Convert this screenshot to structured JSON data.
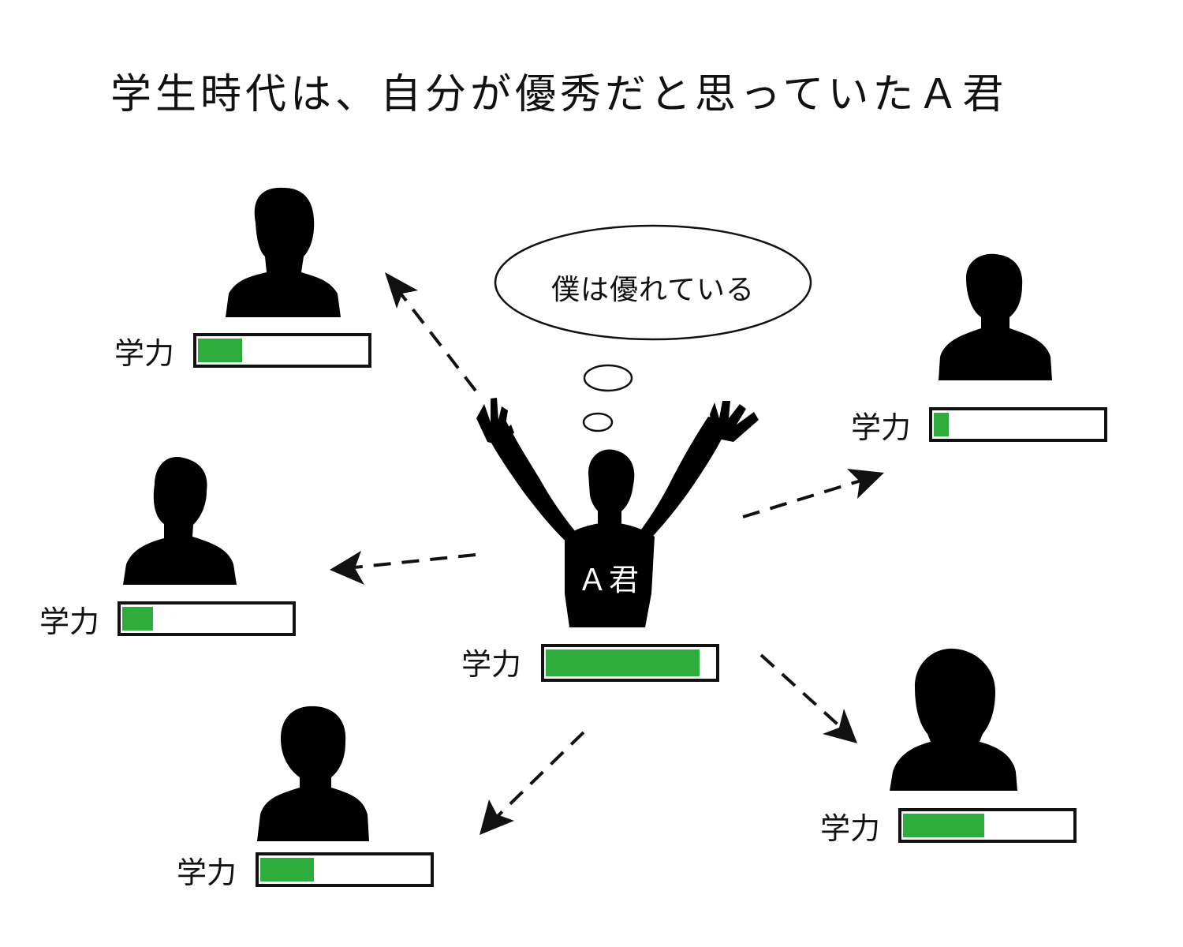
{
  "title": "学生時代は、自分が優秀だと思っていたＡ君",
  "thought": "僕は優れている",
  "main_person": {
    "label": "Ａ君",
    "ability_label": "学力",
    "ability_level": 0.91
  },
  "others": [
    {
      "name": "top-left-person",
      "ability_label": "学力",
      "ability_level": 0.26
    },
    {
      "name": "middle-left-person",
      "ability_label": "学力",
      "ability_level": 0.18
    },
    {
      "name": "bottom-left-person",
      "ability_label": "学力",
      "ability_level": 0.32
    },
    {
      "name": "top-right-person",
      "ability_label": "学力",
      "ability_level": 0.09
    },
    {
      "name": "bottom-right-person",
      "ability_label": "学力",
      "ability_level": 0.48
    }
  ],
  "colors": {
    "bar_fill": "#2eac3c",
    "silhouette": "#000000",
    "outline": "#111111"
  },
  "icons": [
    "person-silhouette-icon",
    "raised-arms-person-icon",
    "thought-bubble-icon",
    "dashed-arrow-icon"
  ]
}
